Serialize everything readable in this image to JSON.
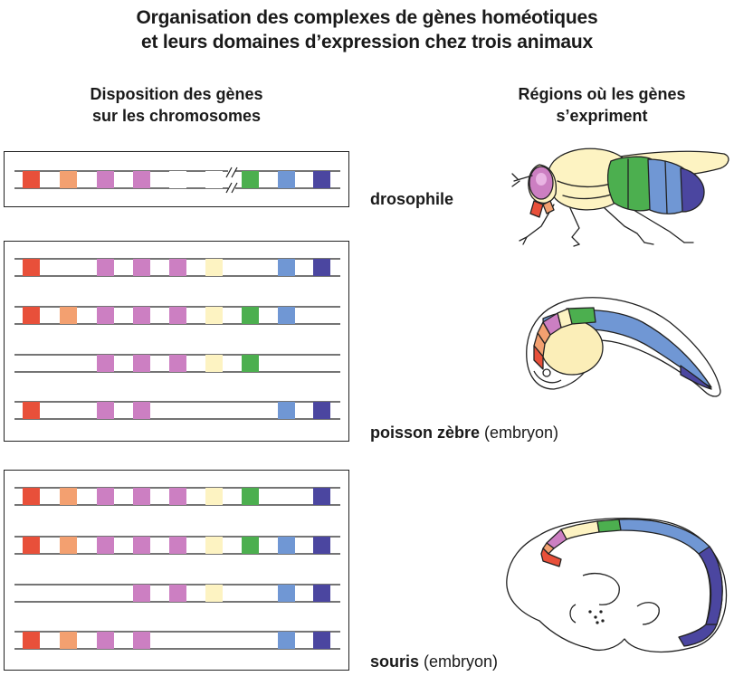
{
  "title": {
    "line1": "Organisation des complexes de gènes homéotiques",
    "line2": "et leurs domaines d’expression chez trois animaux"
  },
  "left_header": {
    "line1": "Disposition des gènes",
    "line2": "sur les chromosomes"
  },
  "right_header": {
    "line1": "Régions où les gènes",
    "line2": "s’expriment"
  },
  "animals": [
    {
      "name": "drosophile",
      "suffix": ""
    },
    {
      "name": "poisson zèbre",
      "suffix": " (embryon)"
    },
    {
      "name": "souris",
      "suffix": " (embryon)"
    }
  ],
  "colors": {
    "red": "#e8503a",
    "orange": "#f3a070",
    "pink": "#cc7fc2",
    "cream": "#fdf3c2",
    "green": "#4caf4f",
    "blue": "#7097d4",
    "navy": "#4b46a0",
    "body": "#fbeeb8"
  },
  "gene_order": [
    "red",
    "orange",
    "pink",
    "pink",
    "pink",
    "cream",
    "green",
    "blue",
    "navy"
  ],
  "chromosomes": {
    "drosophile": [
      {
        "genes": [
          1,
          1,
          1,
          1,
          1,
          1,
          1,
          1,
          1
        ],
        "colored": [
          1,
          1,
          1,
          1,
          0,
          0,
          1,
          1,
          1
        ],
        "break": true,
        "cream_outlined_only": true
      }
    ],
    "poisson_zebre": [
      {
        "genes": [
          1,
          0,
          1,
          1,
          1,
          1,
          0,
          1,
          1
        ]
      },
      {
        "genes": [
          1,
          1,
          1,
          1,
          1,
          1,
          1,
          1,
          0
        ]
      },
      {
        "genes": [
          0,
          0,
          1,
          1,
          1,
          1,
          1,
          0,
          0
        ]
      },
      {
        "genes": [
          1,
          0,
          1,
          1,
          0,
          0,
          0,
          1,
          1
        ]
      }
    ],
    "souris": [
      {
        "genes": [
          1,
          1,
          1,
          1,
          1,
          1,
          1,
          0,
          1
        ]
      },
      {
        "genes": [
          1,
          1,
          1,
          1,
          1,
          1,
          1,
          1,
          1
        ]
      },
      {
        "genes": [
          0,
          0,
          0,
          1,
          1,
          1,
          0,
          1,
          1
        ]
      },
      {
        "genes": [
          1,
          1,
          1,
          1,
          0,
          0,
          0,
          1,
          1
        ]
      }
    ]
  }
}
